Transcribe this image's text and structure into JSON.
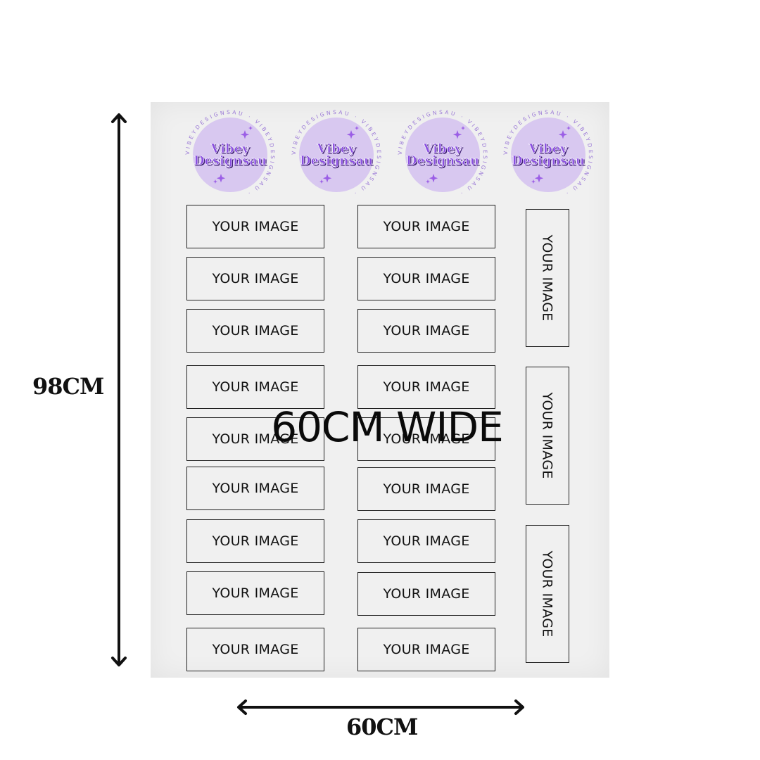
{
  "logo": {
    "line1": "Vibey",
    "line2": "Designsau",
    "ring_text": "VIBEYDESIGNSAU",
    "circle_color": "#d8c8f0",
    "text_color": "#8a4fe0",
    "shadow_color": "#3a1a70",
    "sparkle_color": "#9b5ee6"
  },
  "placeholder_label": "YOUR IMAGE",
  "overlay_text": "60CM WIDE",
  "height_label": "98CM",
  "width_label": "60CM"
}
